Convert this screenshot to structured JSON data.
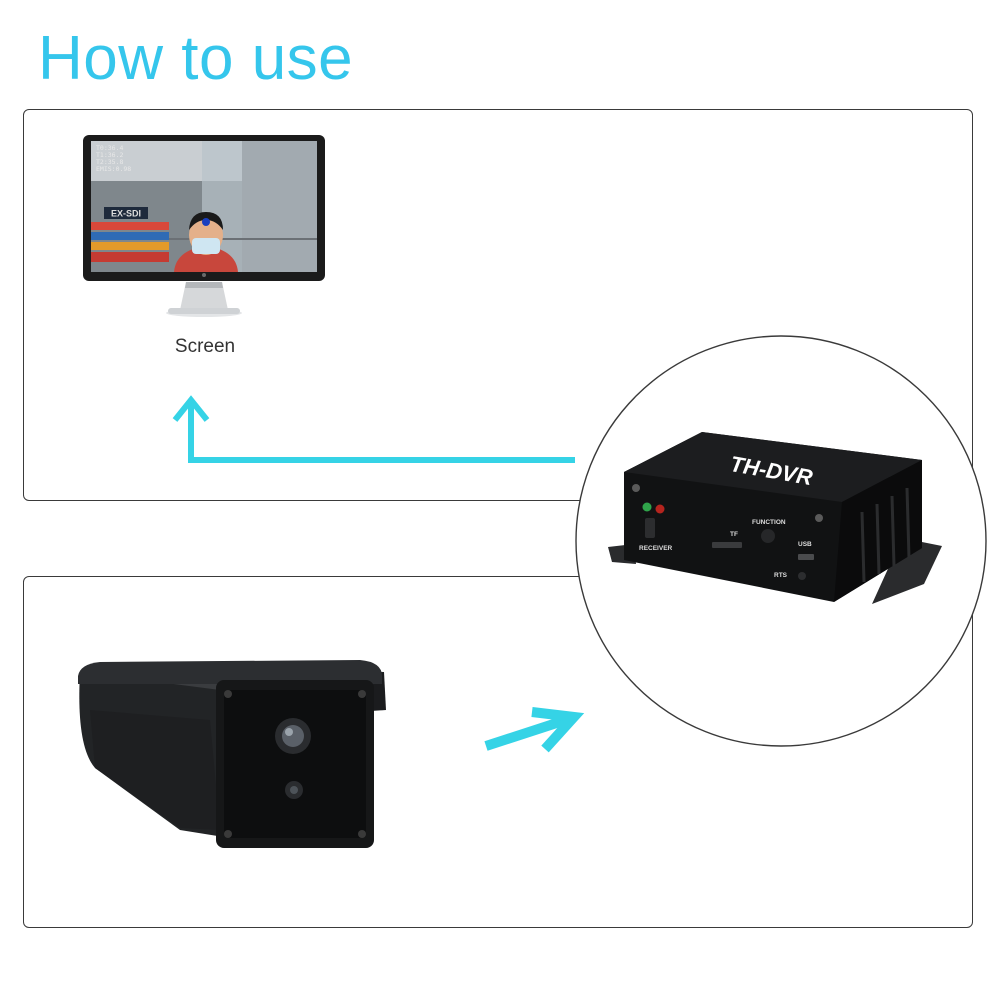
{
  "page": {
    "title": "How to use",
    "accent_color": "#35c6ec"
  },
  "monitor": {
    "label": "Screen",
    "osd_lines": [
      "T0:36.4",
      "T1:36.2",
      "T2:35.8",
      "EMIS:0.98"
    ],
    "wall_sign": "EX-SDI"
  },
  "dvr": {
    "brand": "TH-DVR",
    "labels": {
      "receiver": "RECEIVER",
      "tf": "TF",
      "function": "FUNCTION",
      "usb": "USB",
      "rts": "RTS"
    }
  },
  "icons": {
    "up_arrow": "arrow-up-icon",
    "right_arrow": "arrow-up-right-icon"
  }
}
